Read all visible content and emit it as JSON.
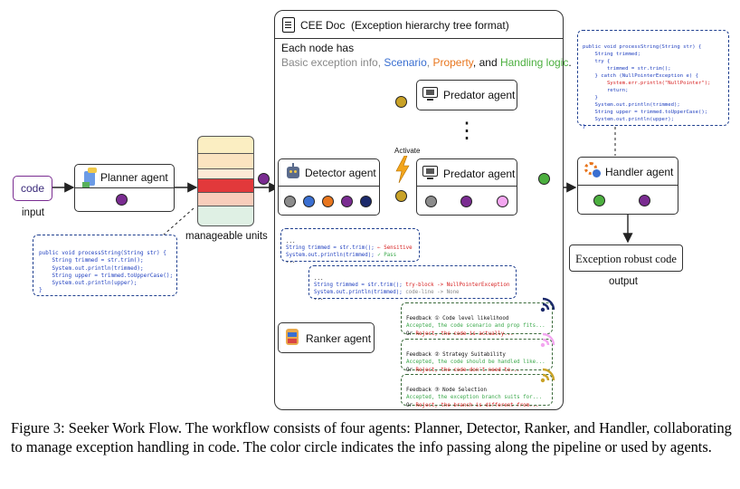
{
  "cee_doc": {
    "title": "CEE Doc",
    "subtitle": "(Exception hierarchy tree format)",
    "each_node_has": "Each node has",
    "items_prefix": "Basic exception info, ",
    "scenario": "Scenario",
    "property": "Property",
    "and_text": ", and ",
    "handling": "Handling logic",
    "period": "."
  },
  "input": {
    "code_label": "code",
    "input_label": "input"
  },
  "agents": {
    "planner": "Planner agent",
    "detector": "Detector agent",
    "predator_top": "Predator agent",
    "predator_bottom": "Predator agent",
    "ranker": "Ranker agent",
    "handler": "Handler agent"
  },
  "activate_label": "Activate",
  "vertical_dots": "⋮",
  "manageable_units_label": "manageable units",
  "output": {
    "box_label": "Exception robust code",
    "output_label": "output"
  },
  "planner_code": [
    "public void processString(String str) {",
    "    String trimmed = str.trim();",
    "    System.out.println(trimmed);",
    "    String upper = trimmed.toUpperCase();",
    "    System.out.println(upper);",
    "}"
  ],
  "handler_code": [
    "public void processString(String str) {",
    "    String trimmed;",
    "    try {",
    "        trimmed = str.trim();",
    "    } catch (NullPointerException e) {",
    "        System.err.println(\"NullPointer\");",
    "        return;",
    "    }",
    "    System.out.println(trimmed);",
    "    String upper = trimmed.toUpperCase();",
    "    System.out.println(upper);",
    "}"
  ],
  "detector_code": {
    "line0": "...",
    "line1_code": "String trimmed = str.trim(); ",
    "line1_note": "← Sensitive",
    "line2_code": "System.out.println(trimmed); ",
    "line2_note": "✓ Pass",
    "line3": "..."
  },
  "predator_code": {
    "line0": "...",
    "line1_code": "String trimmed = str.trim(); ",
    "line1_note": "try-block -> NullPointerException",
    "line2_code": "System.out.println(trimmed); ",
    "line2_note": "code-line -> None",
    "line3": "..."
  },
  "feedback": [
    {
      "title": "Feedback ① Code level likelihood",
      "accept": "Accepted, the code scenario and prop fits...",
      "or": "Or ",
      "reject": "Reject, the code is actually..."
    },
    {
      "title": "Feedback ② Strategy Suitability",
      "accept": "Accepted, the code should be handled like...",
      "or": "Or ",
      "reject": "Reject, the code don't need to..."
    },
    {
      "title": "Feedback ③ Node Selection",
      "accept": "Accepted, the exception branch suits for...",
      "or": "Or ",
      "reject": "Reject, the branch is different from..."
    }
  ],
  "caption": "Figure 3: Seeker Work Flow. The workflow consists of four agents: Planner, Detector, Ranker, and Handler, collaborating to manage exception handling in code. The color circle indicates the info passing along the pipeline or used by agents.",
  "colors": {
    "purple": "#7a2c91",
    "gold": "#c9a227",
    "green": "#4caf3f",
    "gray": "#8c8c8c",
    "blue": "#3a6fd1",
    "orange": "#e8761e",
    "navy": "#1c2a6b",
    "pink": "#f3a6f0",
    "scenario_color": "#3a6fd1",
    "property_color": "#e8761e",
    "handling_color": "#4caf3f"
  },
  "icons": [
    "document-icon",
    "robot-icon",
    "computer-icon",
    "lightning-icon",
    "ranker-icon",
    "gear-person-icon",
    "signal-icon"
  ]
}
